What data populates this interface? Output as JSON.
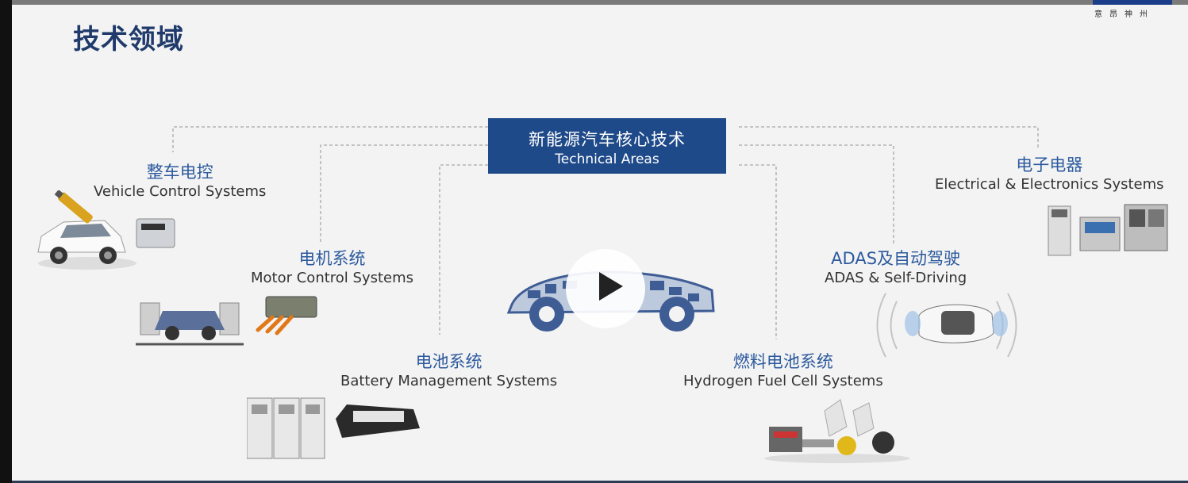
{
  "slide": {
    "title": "技术领域",
    "logo_text": "意昂神州"
  },
  "center": {
    "cn": "新能源汽车核心技术",
    "en": "Technical Areas"
  },
  "areas": [
    {
      "cn": "整车电控",
      "en": "Vehicle Control Systems"
    },
    {
      "cn": "电机系统",
      "en": "Motor Control Systems"
    },
    {
      "cn": "电池系统",
      "en": "Battery Management Systems"
    },
    {
      "cn": "燃料电池系统",
      "en": "Hydrogen Fuel Cell Systems"
    },
    {
      "cn": "ADAS及自动驾驶",
      "en": "ADAS & Self-Driving"
    },
    {
      "cn": "电子电器",
      "en": "Electrical & Electronics Systems"
    }
  ],
  "colors": {
    "accent": "#1f4a8a",
    "title": "#1f3a6b",
    "area_label": "#2c5a9e"
  },
  "icons": {
    "play": "play-icon"
  }
}
